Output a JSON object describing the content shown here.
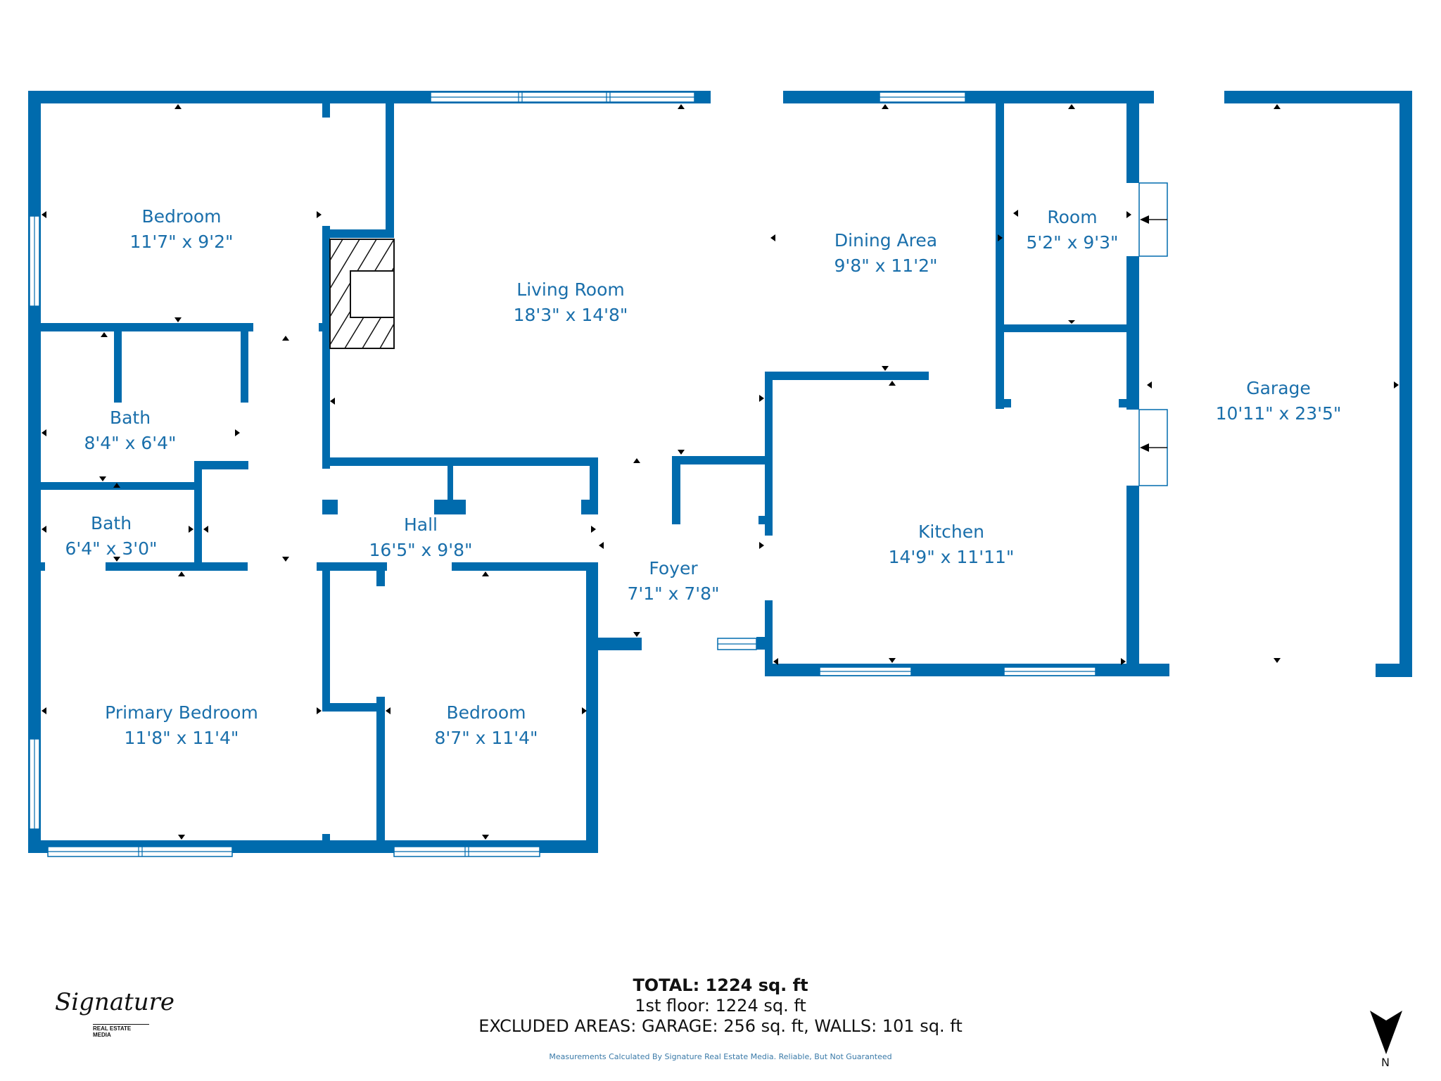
{
  "floorplan": {
    "wall_color": "#006bad",
    "label_color": "#1a6fab",
    "rooms": [
      {
        "name": "Bedroom",
        "dims": "11'7\" x 9'2\""
      },
      {
        "name": "Living Room",
        "dims": "18'3\" x 14'8\""
      },
      {
        "name": "Dining Area",
        "dims": "9'8\" x 11'2\""
      },
      {
        "name": "Room",
        "dims": "5'2\" x 9'3\""
      },
      {
        "name": "Garage",
        "dims": "10'11\" x 23'5\""
      },
      {
        "name": "Bath",
        "dims": "8'4\" x 6'4\""
      },
      {
        "name": "Bath",
        "dims": "6'4\" x 3'0\""
      },
      {
        "name": "Hall",
        "dims": "16'5\" x 9'8\""
      },
      {
        "name": "Foyer",
        "dims": "7'1\" x 7'8\""
      },
      {
        "name": "Kitchen",
        "dims": "14'9\" x 11'11\""
      },
      {
        "name": "Primary Bedroom",
        "dims": "11'8\" x 11'4\""
      },
      {
        "name": "Bedroom",
        "dims": "8'7\" x 11'4\""
      }
    ]
  },
  "summary": {
    "total": "TOTAL: 1224 sq. ft",
    "floor": "1st floor: 1224 sq. ft",
    "excluded": "EXCLUDED AREAS: GARAGE: 256 sq. ft, WALLS: 101 sq. ft",
    "disclaimer": "Measurements Calculated By Signature Real Estate Media. Reliable, But Not Guaranteed"
  },
  "logo": {
    "script": "Signature",
    "subtitle": "REAL ESTATE MEDIA"
  },
  "compass": {
    "label": "N",
    "icon": "north-arrow-icon"
  }
}
